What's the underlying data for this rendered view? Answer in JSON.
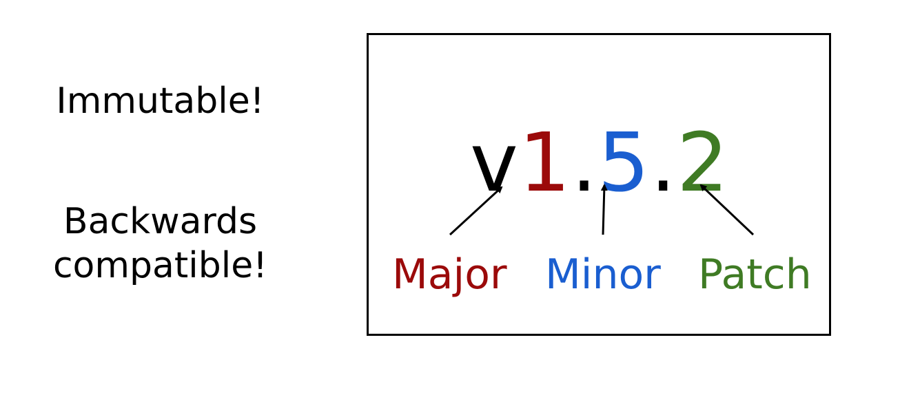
{
  "notes": {
    "immutable": "Immutable!",
    "compat_line1": "Backwards",
    "compat_line2": "compatible!"
  },
  "version": {
    "prefix": "v",
    "major": "1",
    "sep1": ".",
    "minor": "5",
    "sep2": ".",
    "patch": "2"
  },
  "labels": {
    "major": "Major",
    "minor": "Minor",
    "patch": "Patch"
  },
  "colors": {
    "major": "#9b0a0a",
    "minor": "#1a5ed0",
    "patch": "#3f7b24",
    "text": "#000000"
  }
}
